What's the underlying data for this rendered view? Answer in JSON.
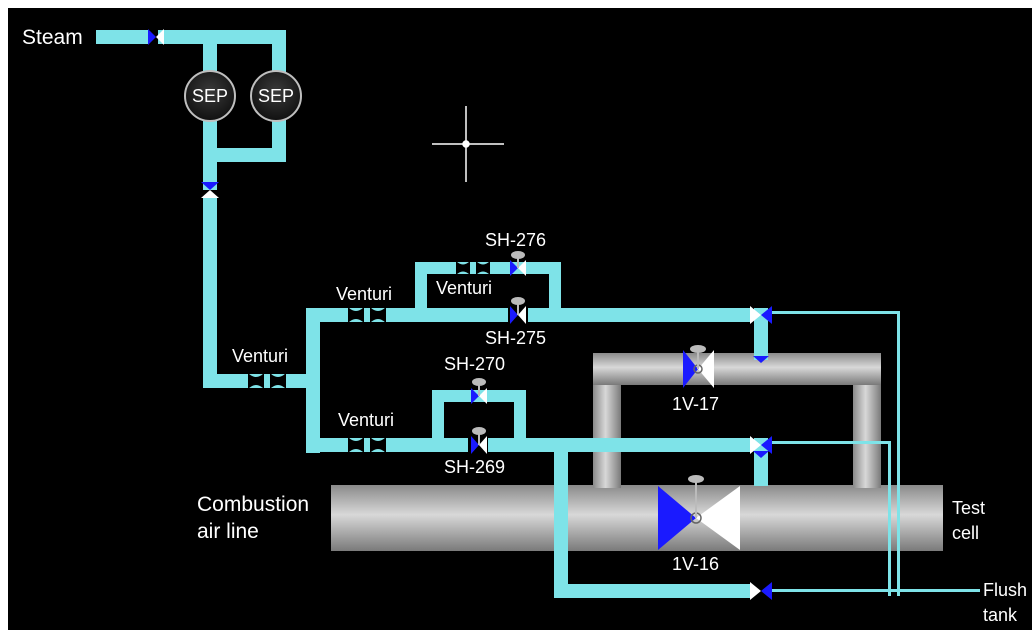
{
  "colors": {
    "background": "#000000",
    "steam_pipe": "#7ee3e8",
    "air_pipe": "#bdbdbd",
    "valve_closed": "#1a1aff",
    "valve_open": "#ffffff",
    "text": "#ffffff"
  },
  "labels": {
    "steam": "Steam",
    "sep_1": "SEP",
    "sep_2": "SEP",
    "venturi_main": "Venturi",
    "venturi_upper": "Venturi",
    "venturi_bypass": "Venturi",
    "venturi_lower": "Venturi",
    "sh276": "SH-276",
    "sh275": "SH-275",
    "sh270": "SH-270",
    "sh269": "SH-269",
    "v17": "1V-17",
    "v16": "1V-16",
    "combustion_line1": "Combustion",
    "combustion_line2": "air line",
    "test_cell_line1": "Test",
    "test_cell_line2": "cell",
    "flush_line1": "Flush",
    "flush_line2": "tank"
  },
  "icons": {
    "cursor": "crosshair-cursor-icon",
    "separator": "separator-vessel-icon",
    "venturi": "venturi-meter-icon",
    "valve": "valve-icon"
  }
}
